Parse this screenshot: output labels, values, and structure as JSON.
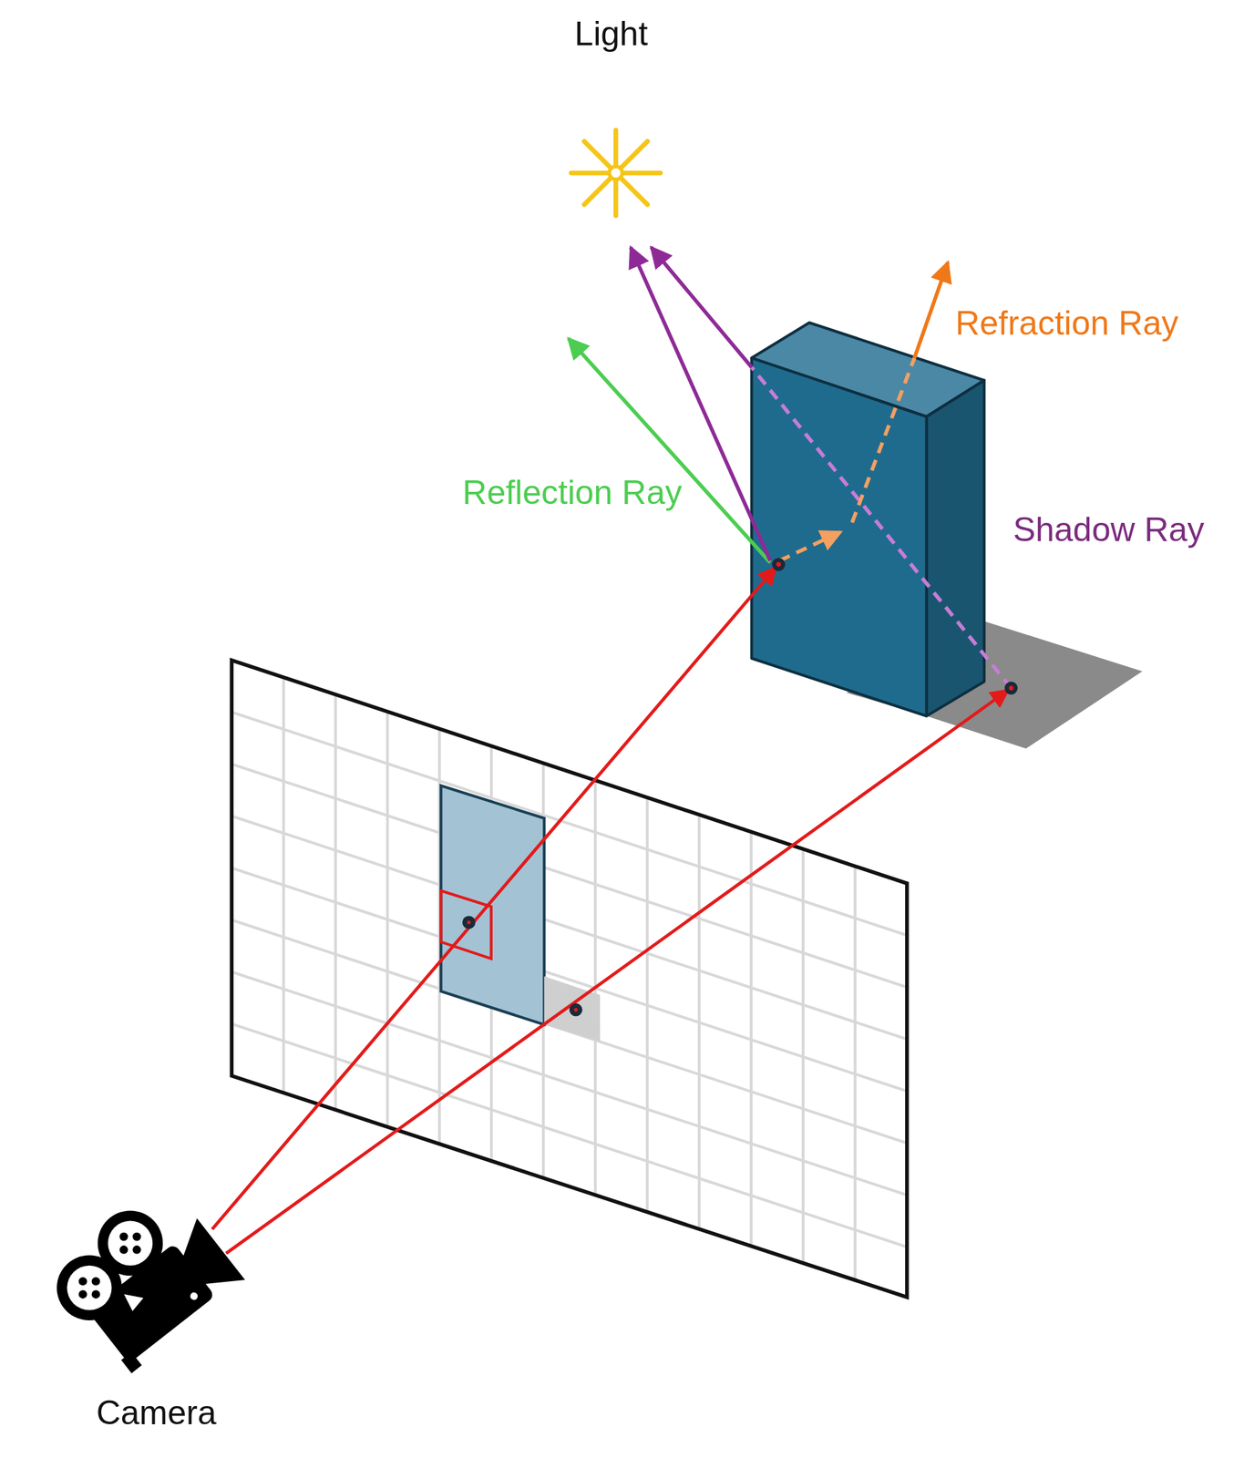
{
  "diagram": {
    "labels": [
      "Light",
      "Refraction Ray",
      "Reflection Ray",
      "Shadow Ray",
      "Camera"
    ]
  }
}
